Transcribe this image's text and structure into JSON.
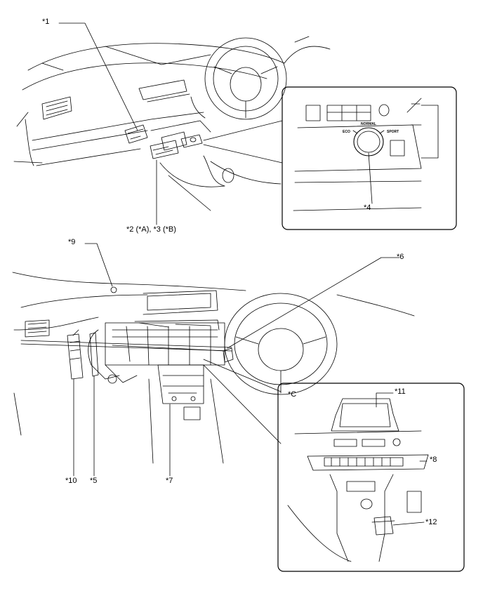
{
  "callouts": {
    "c1": "*1",
    "c2_3": "*2 (*A), *3 (*B)",
    "c4": "*4",
    "c5": "*5",
    "c6": "*6",
    "c7": "*7",
    "c8": "*8",
    "c9": "*9",
    "c10": "*10",
    "c11": "*11",
    "c12": "*12",
    "cC": "*C"
  },
  "dial_labels": {
    "eco": "ECO",
    "normal": "NORMAL",
    "sport": "SPORT"
  }
}
